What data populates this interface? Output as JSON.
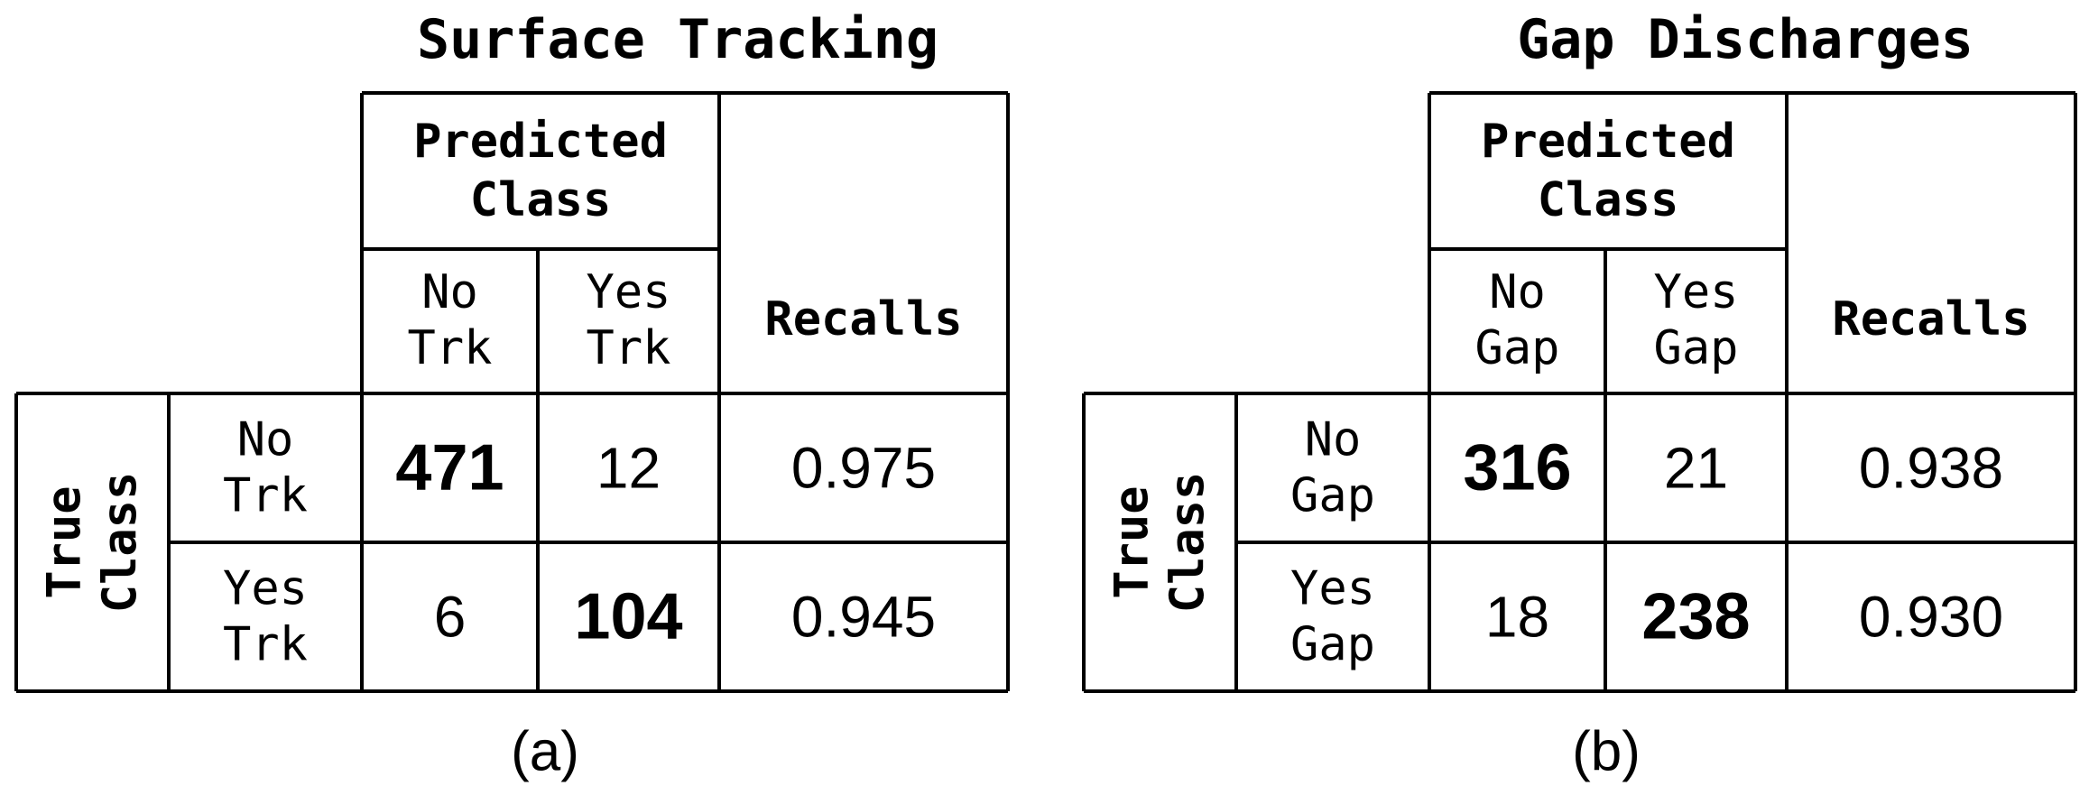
{
  "chart_data": [
    {
      "type": "table",
      "title": "Surface Tracking",
      "predicted_header": [
        "Predicted",
        "Class"
      ],
      "true_header": [
        "True",
        "Class"
      ],
      "recalls_header": "Recalls",
      "classes": [
        {
          "line1": "No",
          "line2": "Trk"
        },
        {
          "line1": "Yes",
          "line2": "Trk"
        }
      ],
      "matrix": [
        [
          471,
          12
        ],
        [
          6,
          104
        ]
      ],
      "recalls": [
        "0.975",
        "0.945"
      ],
      "caption": "(a)"
    },
    {
      "type": "table",
      "title": "Gap Discharges",
      "predicted_header": [
        "Predicted",
        "Class"
      ],
      "true_header": [
        "True",
        "Class"
      ],
      "recalls_header": "Recalls",
      "classes": [
        {
          "line1": "No",
          "line2": "Gap"
        },
        {
          "line1": "Yes",
          "line2": "Gap"
        }
      ],
      "matrix": [
        [
          316,
          21
        ],
        [
          18,
          238
        ]
      ],
      "recalls": [
        "0.938",
        "0.930"
      ],
      "caption": "(b)"
    }
  ]
}
